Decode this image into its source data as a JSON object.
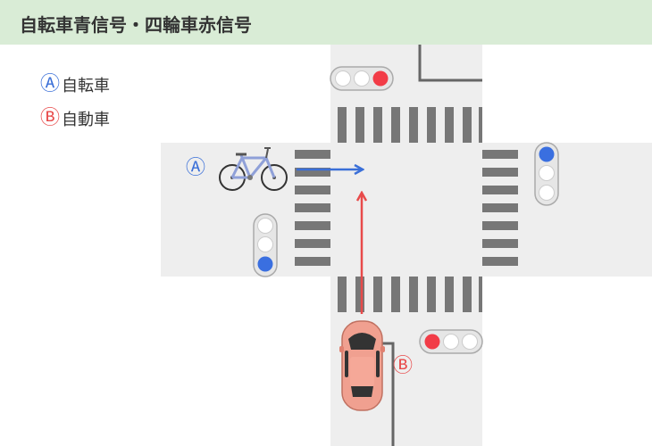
{
  "title": "自転車青信号・四輪車赤信号",
  "legend": [
    {
      "mark": "Ⓐ",
      "label": "自転車",
      "color": "#3a6fd8"
    },
    {
      "mark": "Ⓑ",
      "label": "自動車",
      "color": "#e84a4a"
    }
  ],
  "markers": {
    "bicycle": "Ⓐ",
    "car": "Ⓑ"
  },
  "signals": {
    "top": {
      "lit": "red"
    },
    "right": {
      "lit": "blue"
    },
    "left": {
      "lit": "blue"
    },
    "bottom": {
      "lit": "red"
    }
  },
  "colors": {
    "road": "#eeeeee",
    "crosswalk": "#777777",
    "blue": "#3a6fd8",
    "red": "#e84a4a",
    "signal_red": "#f23c47",
    "signal_blue": "#3a6fe0",
    "car_body": "#f0a090",
    "title_bg": "#d9ecd6"
  }
}
